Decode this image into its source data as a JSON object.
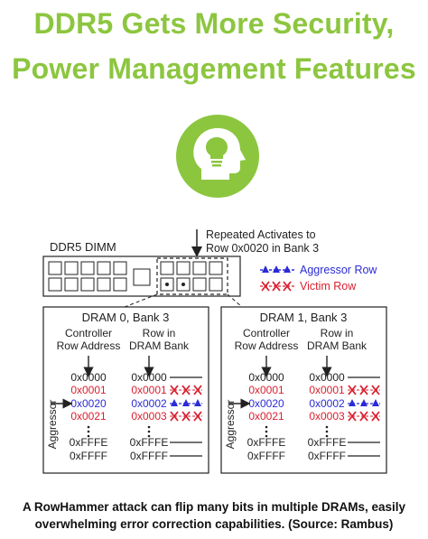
{
  "title": {
    "line1": "DDR5 Gets More Security,",
    "line2": "Power Management Features"
  },
  "colors": {
    "title_green": "#8cc63f",
    "aggressor_blue": "#2b2bd6",
    "victim_red": "#d9202f",
    "line": "#222222"
  },
  "icons": {
    "header_icon": "head-lightbulb-icon"
  },
  "diagram": {
    "dimm_label": "DDR5 DIMM",
    "repeated_line1": "Repeated Activates to",
    "repeated_line2": "Row 0x0020 in Bank 3",
    "legend": {
      "aggressor": "Aggressor Row",
      "victim": "Victim Row"
    },
    "banks": [
      {
        "title": "DRAM 0, Bank 3",
        "controller_line1": "Controller",
        "controller_line2": "Row Address",
        "row_line1": "Row in",
        "row_line2": "DRAM Bank",
        "aggressor_label": "Aggressor",
        "controller_rows": [
          "0x0000",
          "0x0001",
          "0x0020",
          "0x0021",
          "0xFFFE",
          "0xFFFF"
        ],
        "dram_rows": [
          "0x0000",
          "0x0001",
          "0x0002",
          "0x0003",
          "0xFFFE",
          "0xFFFF"
        ]
      },
      {
        "title": "DRAM 1, Bank 3",
        "controller_line1": "Controller",
        "controller_line2": "Row Address",
        "row_line1": "Row in",
        "row_line2": "DRAM Bank",
        "aggressor_label": "Aggressor",
        "controller_rows": [
          "0x0000",
          "0x0001",
          "0x0020",
          "0x0021",
          "0xFFFE",
          "0xFFFF"
        ],
        "dram_rows": [
          "0x0000",
          "0x0001",
          "0x0002",
          "0x0003",
          "0xFFFE",
          "0xFFFF"
        ]
      }
    ]
  },
  "caption": {
    "line1": "A RowHammer attack can flip many bits in multiple DRAMs, easily",
    "line2": "overwhelming error correction capabilities. (Source: Rambus)"
  }
}
